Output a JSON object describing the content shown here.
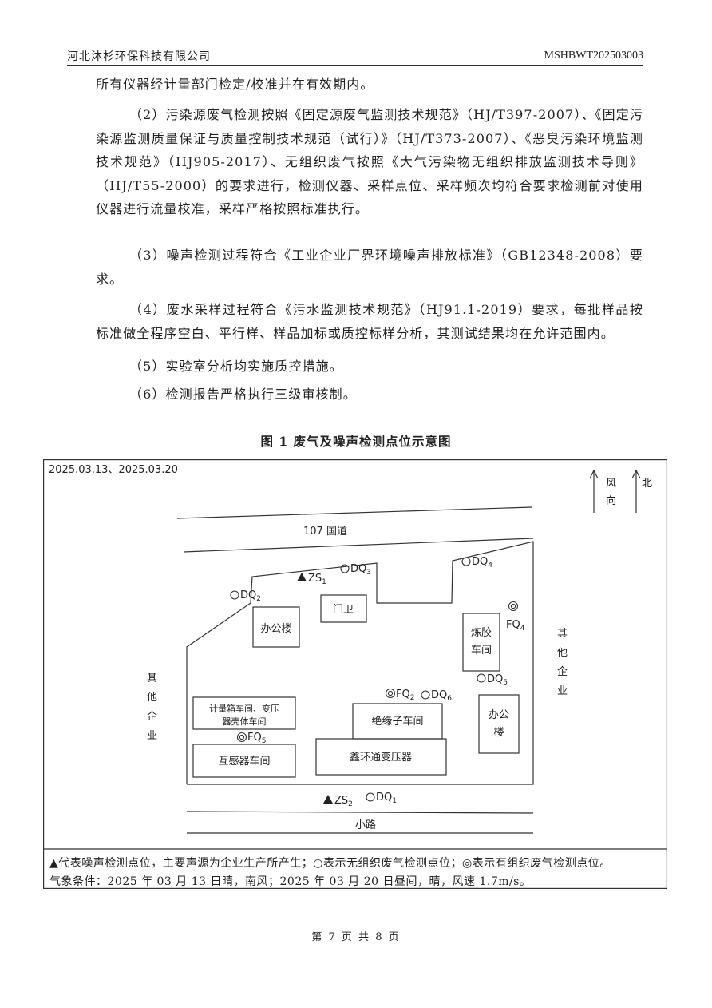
{
  "header": {
    "company": "河北沐杉环保科技有限公司",
    "report_code": "MSHBWT202503003"
  },
  "body": {
    "p_cont": "所有仪器经计量部门检定/校准并在有效期内。",
    "p2": "（2）污染源废气检测按照《固定源废气监测技术规范》（HJ/T397-2007）、《固定污染源监测质量保证与质量控制技术规范（试行）》（HJ/T373-2007）、《恶臭污染环境监测技术规范》（HJ905-2017）、无组织废气按照《大气污染物无组织排放监测技术导则》（HJ/T55-2000）的要求进行，检测仪器、采样点位、采样频次均符合要求检测前对使用仪器进行流量校准，采样严格按照标准执行。",
    "p3": "（3）噪声检测过程符合《工业企业厂界环境噪声排放标准》（GB12348-2008）要求。",
    "p4": "（4）废水采样过程符合《污水监测技术规范》（HJ91.1-2019）要求，每批样品按标准做全程序空白、平行样、样品加标或质控标样分析，其测试结果均在允许范围内。",
    "p5": "（5）实验室分析均实施质控措施。",
    "p6": "（6）检测报告严格执行三级审核制。"
  },
  "figure": {
    "title": "图 1 废气及噪声检测点位示意图",
    "date": "2025.03.13、2025.03.20",
    "wind": [
      "风",
      "向"
    ],
    "north": "北",
    "road_top": "107 国道",
    "road_bottom": "小路",
    "left_side": [
      "其",
      "他",
      "企",
      "业"
    ],
    "right_side": [
      "其",
      "他",
      "企",
      "业"
    ],
    "buildings": {
      "office": "办公楼",
      "guard": "门卫",
      "rubber": [
        "炼胶",
        "车间"
      ],
      "meter": [
        "计量箱车间、变压",
        "器壳体车间"
      ],
      "insulator": "绝缘子车间",
      "office2": [
        "办公",
        "楼"
      ],
      "transformer_ct": "互感器车间",
      "xinhuantong": "鑫环通变压器"
    },
    "points": {
      "zs1": "ZS",
      "zs1_sub": "1",
      "zs2": "ZS",
      "zs2_sub": "2",
      "dq": "DQ",
      "fq": "FQ",
      "dq1_sub": "1",
      "dq2_sub": "2",
      "dq3_sub": "3",
      "dq4_sub": "4",
      "dq5_sub": "5",
      "dq6_sub": "6",
      "fq2_sub": "2",
      "fq4_sub": "4",
      "fq5_sub": "5"
    },
    "legend_line1": "▲代表噪声检测点位，主要声源为企业生产所产生；○表示无组织废气检测点位；◎表示有组织废气检测点位。",
    "legend_line2": "气象条件：2025 年 03 月 13 日晴，南风；2025 年 03 月 20 日昼间，晴，风速 1.7m/s。"
  },
  "footer": {
    "page": "第 7 页 共 8 页"
  }
}
